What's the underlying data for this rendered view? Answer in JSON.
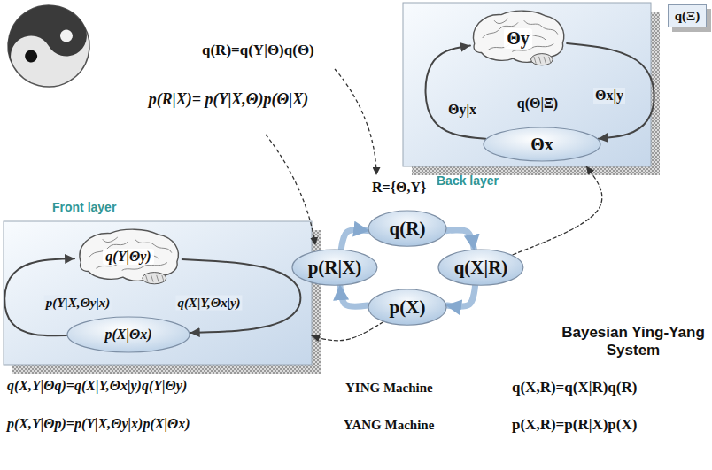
{
  "diagram": {
    "nodes": [
      {
        "text": [
          "Back layer"
        ]
      },
      {
        "text": [
          "Θy"
        ],
        "in": 0
      },
      {
        "text": [
          "Θx"
        ],
        "in": 0
      },
      {
        "text": [
          "q(Ξ)"
        ]
      },
      {
        "text": [
          "q(R)"
        ]
      },
      {
        "text": [
          "p(R|X)"
        ]
      },
      {
        "text": [
          "q(X|R)"
        ]
      },
      {
        "text": [
          "p(X)"
        ]
      },
      {
        "text": [
          "Front layer"
        ]
      },
      {
        "text": [
          "q(Y|Θy)"
        ],
        "in": 8
      },
      {
        "text": [
          "p(X|Θx)"
        ],
        "in": 8
      }
    ],
    "edges": [
      {
        "from": 2,
        "to": 1,
        "label": "Θy|x",
        "arrow": "to"
      },
      {
        "from": 1,
        "to": 2,
        "label": "Θx|y",
        "arrow": "to"
      },
      {
        "from": 5,
        "to": 4,
        "arrow": "to"
      },
      {
        "from": 4,
        "to": 6,
        "arrow": "to"
      },
      {
        "from": 6,
        "to": 7,
        "arrow": "to"
      },
      {
        "from": 7,
        "to": 5,
        "arrow": "to"
      },
      {
        "from": 6,
        "to": 0,
        "arrow": "to"
      },
      {
        "from": 7,
        "to": 8,
        "arrow": "to"
      },
      {
        "from": 10,
        "to": 9,
        "label": "p(Y|X,Θy|x)",
        "arrow": "to"
      },
      {
        "from": 9,
        "to": 10,
        "label": "q(X|Y,Θx|y)",
        "arrow": "to"
      }
    ],
    "labels": [
      "q(R)=q(Y|Θ)q(Θ)",
      "p(R|X)= p(Y|X,Θ)p(Θ|X)",
      "R={Θ,Y}",
      "q(Θ|Ξ)",
      "Bayesian Ying-Yang System",
      "q(X,Y|Θq)=q(X|Y,Θx|y)q(Y|Θy)",
      "YING Machine",
      "q(X,R)=q(X|R)q(R)",
      "p(X,Y|Θp)=p(Y|X,Θy|x)p(X|Θx)",
      "YANG Machine",
      "p(X,R)=p(R|X)p(X)"
    ]
  }
}
